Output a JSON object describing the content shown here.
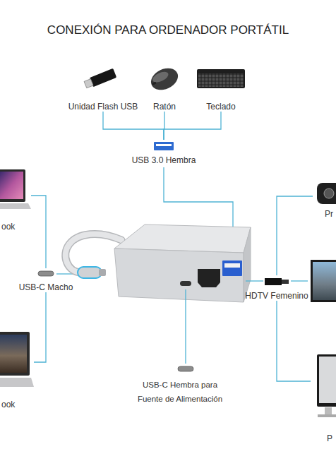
{
  "diagram": {
    "title": "CONEXIÓN PARA ORDENADOR PORTÁTIL",
    "nodes": [
      {
        "text": [
          "Unidad Flash USB"
        ]
      },
      {
        "text": [
          "Ratón"
        ]
      },
      {
        "text": [
          "Teclado"
        ]
      },
      {
        "text": [
          "USB 3.0 Hembra"
        ]
      },
      {
        "text": [
          "ook"
        ]
      },
      {
        "text": [
          "Pr"
        ]
      },
      {
        "text": [
          "USB-C Macho"
        ]
      },
      {
        "text": [
          "HDTV Femenino"
        ]
      },
      {
        "text": [
          "ook"
        ]
      },
      {
        "text": [
          "P"
        ]
      }
    ],
    "edges": [
      {
        "from": 0,
        "to": 3,
        "arrow": "none"
      },
      {
        "from": 1,
        "to": 3,
        "arrow": "none"
      },
      {
        "from": 2,
        "to": 3,
        "arrow": "none"
      },
      {
        "from": 4,
        "to": 6,
        "arrow": "none"
      },
      {
        "from": 8,
        "to": 6,
        "arrow": "none"
      },
      {
        "from": 7,
        "to": 5,
        "arrow": "none"
      },
      {
        "from": 7,
        "to": 9,
        "arrow": "none"
      }
    ],
    "labels": [
      "USB-C Hembra para Fuente de Alimentación"
    ]
  }
}
